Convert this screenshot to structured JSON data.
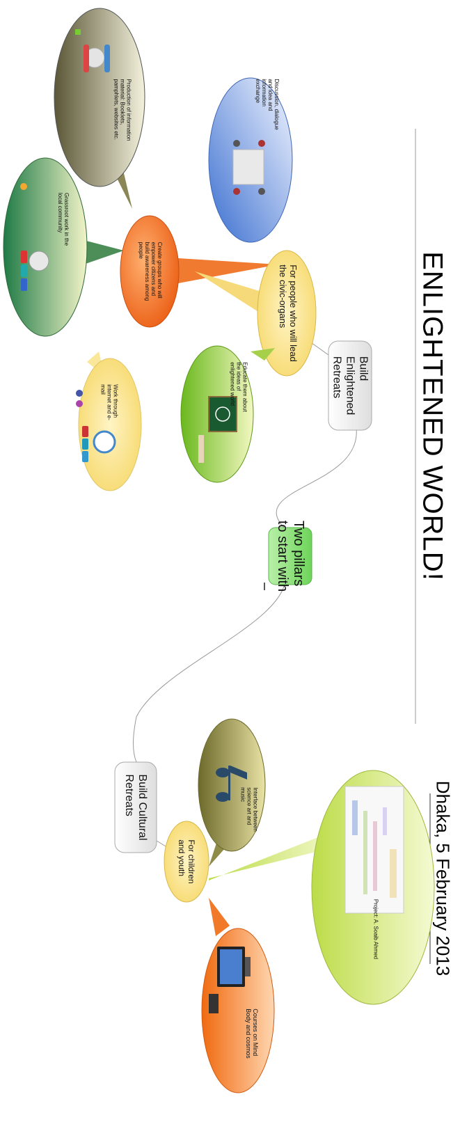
{
  "title": "ENLIGHTENED WORLD!",
  "date": "Dhaka, 5 February 2013",
  "central_node": [
    "Two pillars",
    "to start with"
  ],
  "branches": {
    "enlightened": {
      "label": [
        "Build",
        "Enlightened",
        "Retreats"
      ],
      "civic": [
        "For people who will lead",
        "the civic-organs"
      ],
      "groups": [
        "Create groups who will",
        "empower citizens and",
        "build awareness among",
        "people"
      ],
      "discussion": [
        "Discussion, dialogue",
        "and idea and",
        "information",
        "exchange"
      ],
      "production": [
        "Production of information",
        "material: Booklets,",
        "pamphlets, websites etc."
      ],
      "grassroot": [
        "Grassroot work in the",
        "local community"
      ],
      "internet": [
        "Work through",
        "internet and e-",
        "mail"
      ],
      "educate": [
        "Educate them about",
        "the ideas of",
        "enlightened world"
      ]
    },
    "cultural": {
      "label": [
        "Build Cultural",
        "Retreats"
      ],
      "children": [
        "For children",
        "and youth"
      ],
      "music": [
        "Interface between",
        "science art and",
        "music"
      ],
      "project": "Project: A. Soaib Ahmed",
      "courses": [
        "Courses on Mind",
        "Body and cosmos"
      ]
    }
  },
  "colors": {
    "green_node": "#8ae07a",
    "gray_node": "#eeeeee",
    "yellow_bubble": "#fbe79a",
    "orange_bubble": "#f07a2a",
    "blue_bubble": "#7ea6e6",
    "olive_bubble": "#7d7a52",
    "dark_green_bubble": "#3f8a52",
    "lime_bubble": "#a6d04a",
    "light_lime_bubble": "#d4e890"
  }
}
